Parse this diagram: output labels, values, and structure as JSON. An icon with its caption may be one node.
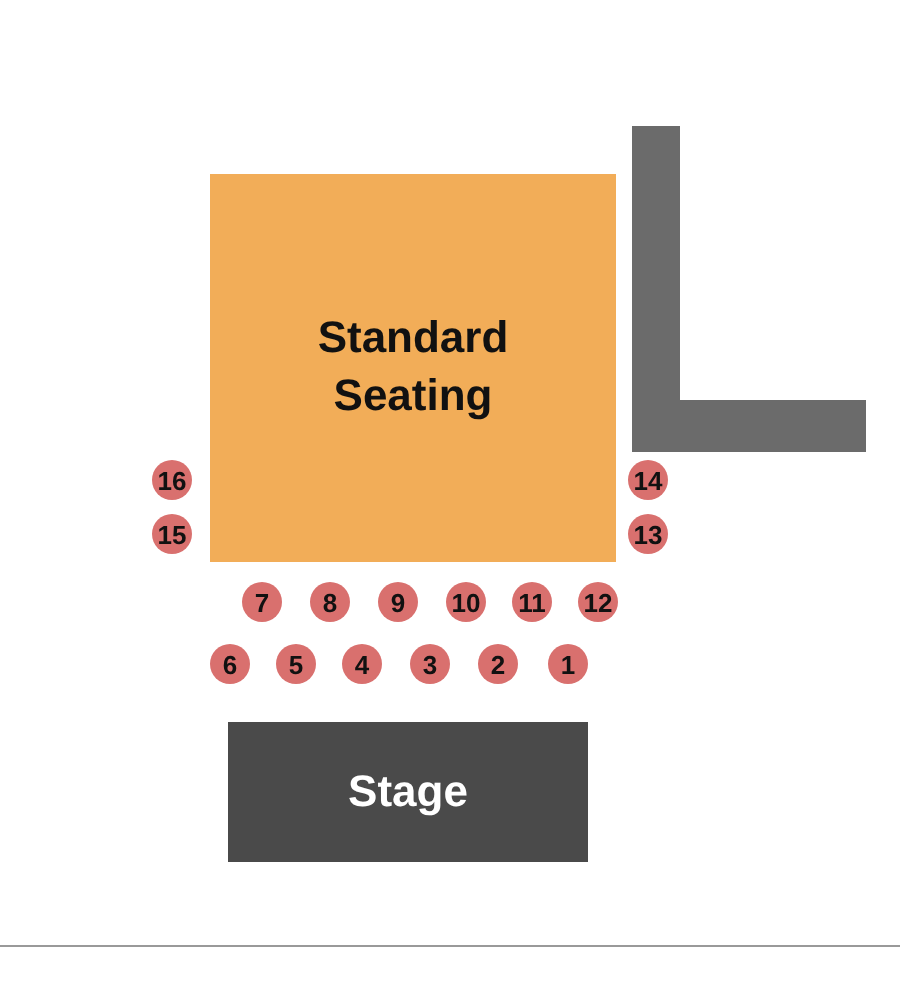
{
  "diagram": {
    "nodes": [
      {
        "text": [
          "Standard Seating"
        ]
      },
      {
        "text": [
          "16"
        ]
      },
      {
        "text": [
          "14"
        ]
      },
      {
        "text": [
          "15"
        ]
      },
      {
        "text": [
          "13"
        ]
      },
      {
        "text": [
          "7"
        ]
      },
      {
        "text": [
          "8"
        ]
      },
      {
        "text": [
          "9"
        ]
      },
      {
        "text": [
          "10"
        ]
      },
      {
        "text": [
          "11"
        ]
      },
      {
        "text": [
          "12"
        ]
      },
      {
        "text": [
          "6"
        ]
      },
      {
        "text": [
          "5"
        ]
      },
      {
        "text": [
          "4"
        ]
      },
      {
        "text": [
          "3"
        ]
      },
      {
        "text": [
          "2"
        ]
      },
      {
        "text": [
          "1"
        ]
      },
      {
        "text": [
          "Stage"
        ]
      }
    ]
  }
}
